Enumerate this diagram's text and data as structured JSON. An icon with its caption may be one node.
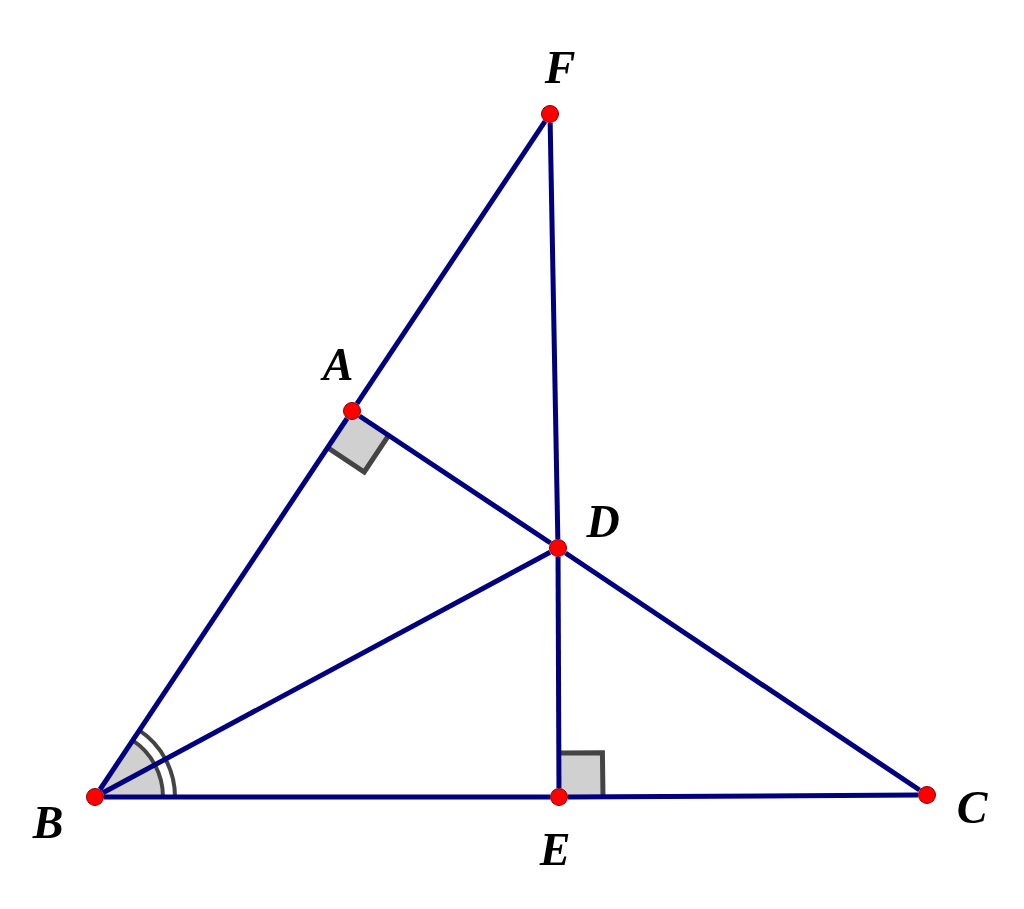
{
  "diagram": {
    "nodes": [
      {
        "text": [],
        "shape": "circle",
        "beside": [
          "F"
        ]
      },
      {
        "text": [],
        "shape": "circle",
        "beside": [
          "A"
        ]
      },
      {
        "text": [],
        "shape": "circle",
        "beside": [
          "D"
        ]
      },
      {
        "text": [],
        "shape": "circle",
        "beside": [
          "B"
        ]
      },
      {
        "text": [],
        "shape": "circle",
        "beside": [
          "E"
        ]
      },
      {
        "text": [],
        "shape": "circle",
        "beside": [
          "C"
        ]
      }
    ],
    "edges": [
      {
        "from": 3,
        "to": 1,
        "arrow": "none"
      },
      {
        "from": 1,
        "to": 0,
        "arrow": "none"
      },
      {
        "from": 0,
        "to": 2,
        "arrow": "none"
      },
      {
        "from": 2,
        "to": 4,
        "arrow": "none"
      },
      {
        "from": 1,
        "to": 2,
        "arrow": "none"
      },
      {
        "from": 2,
        "to": 5,
        "arrow": "none"
      },
      {
        "from": 3,
        "to": 2,
        "arrow": "none"
      },
      {
        "from": 3,
        "to": 4,
        "arrow": "none"
      },
      {
        "from": 4,
        "to": 5,
        "arrow": "none"
      }
    ]
  }
}
